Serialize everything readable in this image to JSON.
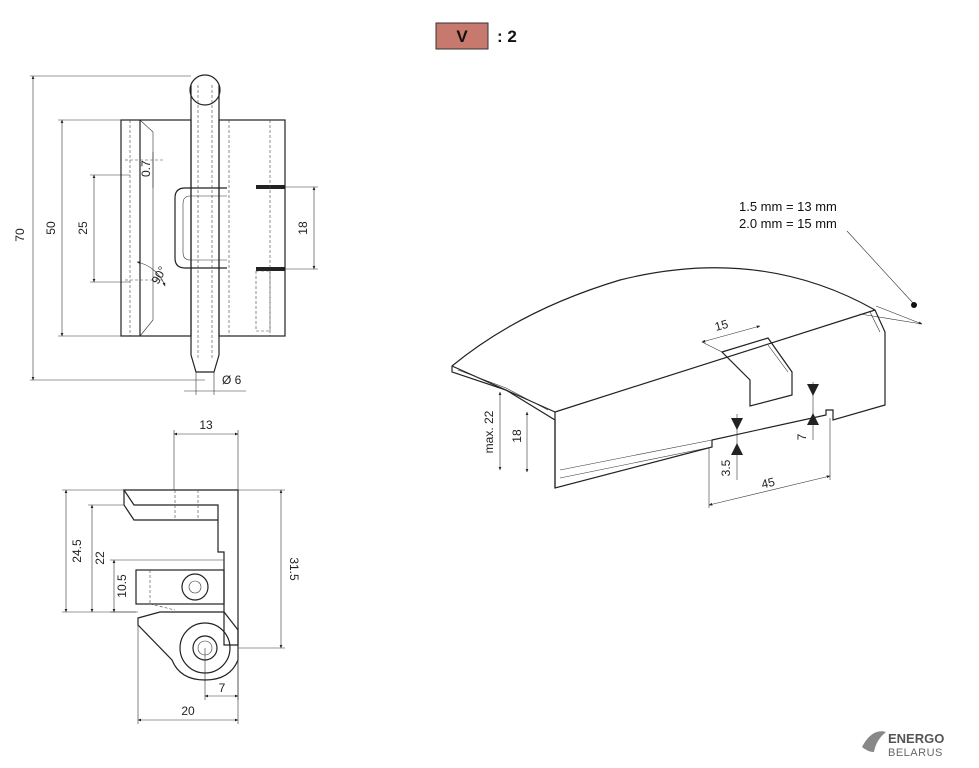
{
  "badge": {
    "symbol": "V",
    "ratio": ": 2",
    "color": "#c8796e"
  },
  "front_view": {
    "total_height": "70",
    "leaf_height": "50",
    "inner_height": "25",
    "small_dim": "0.7",
    "angle": "90°",
    "center_dim": "18",
    "pin_diameter": "Ø 6"
  },
  "side_view": {
    "top_width": "13",
    "height_outer": "24.5",
    "height_inner": "22",
    "hole_height": "10.5",
    "right_height": "31.5",
    "bottom_small": "7",
    "bottom_width": "20"
  },
  "iso_view": {
    "note_line1": "1.5 mm = 13 mm",
    "note_line2": "2.0 mm = 15 mm",
    "cut_width": "15",
    "max_height": "max. 22",
    "inner_height": "18",
    "notch_depth": "3.5",
    "notch_height": "7",
    "notch_length": "45"
  },
  "logo": {
    "top": "ENERGO",
    "bottom": "BELARUS"
  }
}
